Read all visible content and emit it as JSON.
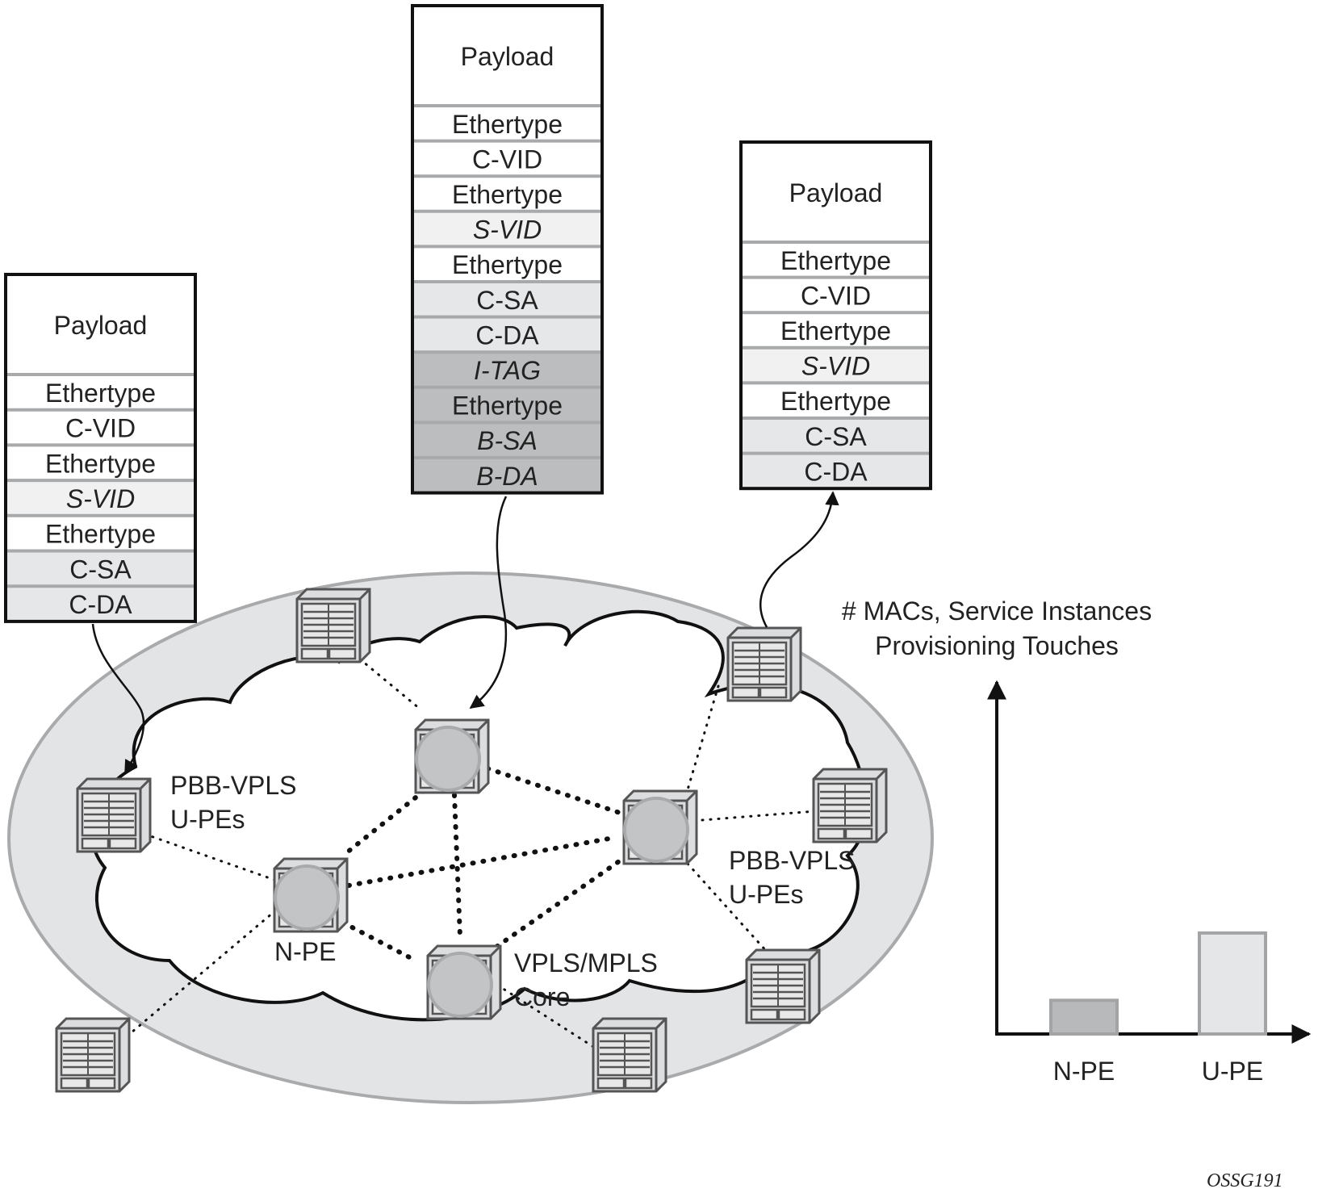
{
  "stacks": {
    "left": {
      "payload": "Payload",
      "rows": [
        {
          "label": "Ethertype",
          "italic": false,
          "shade": "white"
        },
        {
          "label": "C-VID",
          "italic": false,
          "shade": "white"
        },
        {
          "label": "Ethertype",
          "italic": false,
          "shade": "white"
        },
        {
          "label": "S-VID",
          "italic": true,
          "shade": "light"
        },
        {
          "label": "Ethertype",
          "italic": false,
          "shade": "white"
        },
        {
          "label": "C-SA",
          "italic": false,
          "shade": "mid"
        },
        {
          "label": "C-DA",
          "italic": false,
          "shade": "mid"
        }
      ]
    },
    "center": {
      "payload": "Payload",
      "rows": [
        {
          "label": "Ethertype",
          "italic": false,
          "shade": "white"
        },
        {
          "label": "C-VID",
          "italic": false,
          "shade": "white"
        },
        {
          "label": "Ethertype",
          "italic": false,
          "shade": "white"
        },
        {
          "label": "S-VID",
          "italic": true,
          "shade": "light"
        },
        {
          "label": "Ethertype",
          "italic": false,
          "shade": "white"
        },
        {
          "label": "C-SA",
          "italic": false,
          "shade": "mid"
        },
        {
          "label": "C-DA",
          "italic": false,
          "shade": "mid"
        },
        {
          "label": "I-TAG",
          "italic": true,
          "shade": "dark"
        },
        {
          "label": "Ethertype",
          "italic": false,
          "shade": "dark"
        },
        {
          "label": "B-SA",
          "italic": true,
          "shade": "dark"
        },
        {
          "label": "B-DA",
          "italic": true,
          "shade": "dark"
        }
      ]
    },
    "right": {
      "payload": "Payload",
      "rows": [
        {
          "label": "Ethertype",
          "italic": false,
          "shade": "white"
        },
        {
          "label": "C-VID",
          "italic": false,
          "shade": "white"
        },
        {
          "label": "Ethertype",
          "italic": false,
          "shade": "white"
        },
        {
          "label": "S-VID",
          "italic": true,
          "shade": "light"
        },
        {
          "label": "Ethertype",
          "italic": false,
          "shade": "white"
        },
        {
          "label": "C-SA",
          "italic": false,
          "shade": "mid"
        },
        {
          "label": "C-DA",
          "italic": false,
          "shade": "mid"
        }
      ]
    }
  },
  "network": {
    "labels": {
      "upe_left_1": "PBB-VPLS",
      "upe_left_2": "U-PEs",
      "upe_right_1": "PBB-VPLS",
      "upe_right_2": "U-PEs",
      "npe": "N-PE",
      "core_1": "VPLS/MPLS",
      "core_2": "Core"
    }
  },
  "chart_data": {
    "type": "bar",
    "title": "# MACs, Service Instances Provisioning Touches",
    "title_lines": [
      "# MACs, Service Instances",
      "Provisioning Touches"
    ],
    "categories": [
      "N-PE",
      "U-PE"
    ],
    "values": [
      1,
      3
    ],
    "colors": [
      "#b8b9bb",
      "#e5e6e8"
    ],
    "xlabel": "",
    "ylabel": "# MACs, Service Instances Provisioning Touches",
    "ylim": [
      0,
      10
    ],
    "grid": false,
    "legend": "none"
  },
  "figure_id": "OSSG191",
  "colors": {
    "ellipse_fill": "#e3e4e6",
    "ellipse_stroke": "#a9aaac",
    "cloud_fill": "#ffffff",
    "shade_white": "#ffffff",
    "shade_light": "#f1f1f2",
    "shade_mid": "#e6e7e9",
    "shade_dark": "#bcbdbf",
    "divider": "#a8a9ab",
    "node_circle": "#c3c4c6"
  }
}
